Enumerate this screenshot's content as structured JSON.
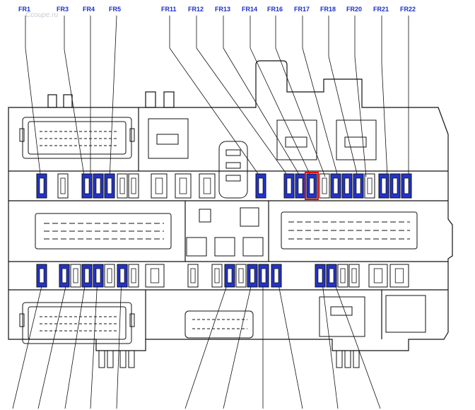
{
  "watermark": "Ccoupe.ru",
  "labels_top": [
    {
      "id": "fr1",
      "text": "FR1"
    },
    {
      "id": "fr3",
      "text": "FR3"
    },
    {
      "id": "fr4",
      "text": "FR4"
    },
    {
      "id": "fr5",
      "text": "FR5"
    },
    {
      "id": "fr11",
      "text": "FR11"
    },
    {
      "id": "fr12",
      "text": "FR12"
    },
    {
      "id": "fr13",
      "text": "FR13"
    },
    {
      "id": "fr14",
      "text": "FR14"
    },
    {
      "id": "fr16",
      "text": "FR16"
    },
    {
      "id": "fr17",
      "text": "FR17"
    },
    {
      "id": "fr18",
      "text": "FR18"
    },
    {
      "id": "fr20",
      "text": "FR20"
    },
    {
      "id": "fr21",
      "text": "FR21"
    },
    {
      "id": "fr22",
      "text": "FR22"
    }
  ],
  "highlighted_fuse": "FR17",
  "colors": {
    "line": "#111111",
    "fuse_fill": "#2233cc",
    "fuse_inner": "#ffffff",
    "highlight": "#e01010",
    "label": "#1a2ecc",
    "background": "#ffffff"
  }
}
